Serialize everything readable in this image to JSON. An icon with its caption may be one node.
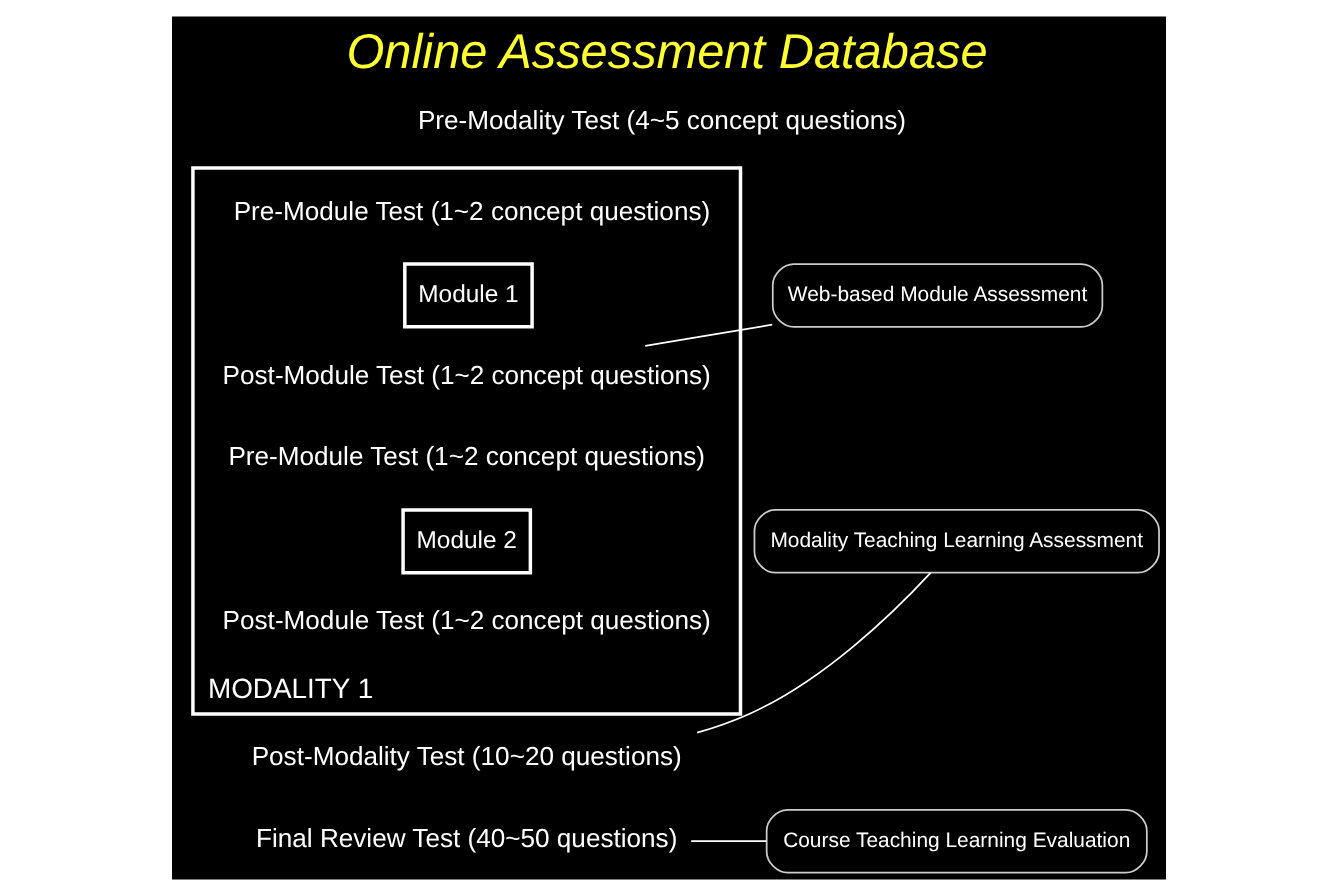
{
  "diagram": {
    "title": "Online Assessment Database",
    "nodes": [
      {
        "text": [
          "Pre-Modality Test (4~5 concept questions)"
        ]
      },
      {
        "text": [
          "MODALITY 1"
        ]
      },
      {
        "text": [
          "Pre-Module Test (1~2 concept questions)"
        ],
        "in": 1
      },
      {
        "text": [
          "Module 1"
        ],
        "in": 1
      },
      {
        "text": [
          "Post-Module Test (1~2 concept questions)"
        ],
        "in": 1
      },
      {
        "text": [
          "Pre-Module Test (1~2 concept questions)"
        ],
        "in": 1
      },
      {
        "text": [
          "Module 2"
        ],
        "in": 1
      },
      {
        "text": [
          "Post-Module Test (1~2 concept questions)"
        ],
        "in": 1
      },
      {
        "text": [
          "Post-Modality Test (10~20 questions)"
        ]
      },
      {
        "text": [
          "Final Review Test (40~50 questions)"
        ]
      },
      {
        "text": [
          "Web-based Module Assessment"
        ]
      },
      {
        "text": [
          "Modality Teaching Learning Assessment"
        ]
      },
      {
        "text": [
          "Course Teaching Learning Evaluation"
        ]
      }
    ],
    "edges": [
      {
        "from": 10,
        "to": 4,
        "arrow": "none"
      },
      {
        "from": 11,
        "to": 8,
        "arrow": "none"
      },
      {
        "from": 12,
        "to": 9,
        "arrow": "none"
      }
    ]
  }
}
